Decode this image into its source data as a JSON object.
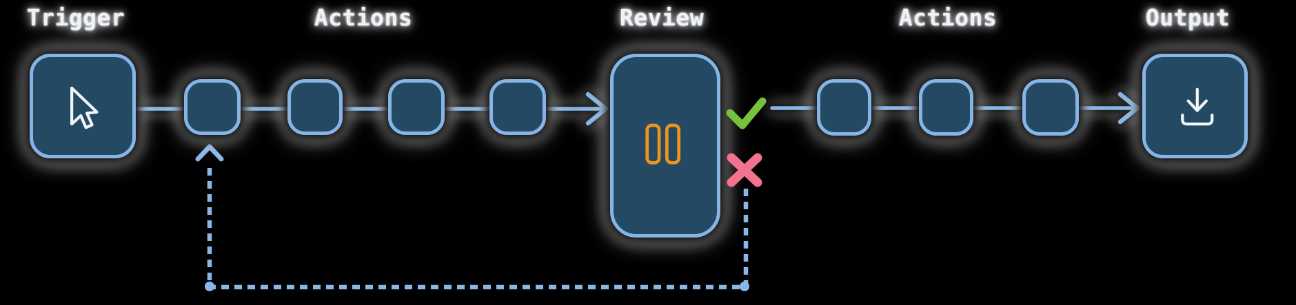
{
  "stages": [
    {
      "label": "Trigger",
      "icon": "cursor-pointer",
      "node_count": 1
    },
    {
      "label": "Actions",
      "icon": null,
      "node_count": 4
    },
    {
      "label": "Review",
      "icon": "pause",
      "node_count": 1
    },
    {
      "label": "Actions",
      "icon": null,
      "node_count": 3
    },
    {
      "label": "Output",
      "icon": "download",
      "node_count": 1
    }
  ],
  "review_outcomes": {
    "approve_icon": "checkmark",
    "reject_icon": "cross",
    "reject_path": "dashed-loop-back-to-first-action"
  },
  "colors": {
    "background": "#000000",
    "node_fill": "#244a63",
    "node_border": "#86b5e5",
    "connector": "#85b4e4",
    "feedback_dash": "#8ab7e8",
    "pause_icon": "#f0921e",
    "approve_check": "#77c13d",
    "reject_x": "#f2738e",
    "icon_stroke": "#f2f6fa",
    "label_text": "#edf3f9"
  }
}
